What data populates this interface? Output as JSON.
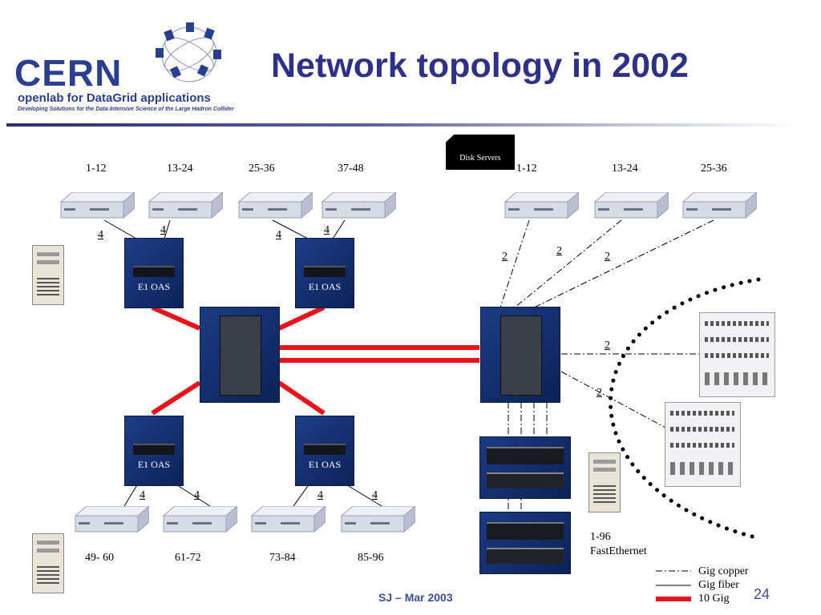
{
  "logo": {
    "name": "CERN",
    "subtitle": "openlab for DataGrid applications",
    "tagline": "Developing Solutions for the Data-Intensive Science of the Large Hadron Collider"
  },
  "title": "Network topology in 2002",
  "top_left_ranges": [
    "1-12",
    "13-24",
    "25-36",
    "37-48"
  ],
  "top_right_ranges": [
    "1-12",
    "13-24",
    "25-36"
  ],
  "bottom_ranges": [
    "49- 60",
    "61-72",
    "73-84",
    "85-96"
  ],
  "disk_servers_label": "Disk Servers",
  "oas_label": "E1 OAS",
  "link_labels": {
    "top_left": [
      "4",
      "4",
      "4",
      "4"
    ],
    "bottom": [
      "4",
      "4",
      "4",
      "4"
    ],
    "top_right": [
      "2",
      "2",
      "2"
    ],
    "right": [
      "2",
      "2"
    ]
  },
  "fast_ethernet": {
    "count": "1-96",
    "type": "FastEthernet"
  },
  "legend": {
    "copper": "Gig copper",
    "fiber": "Gig fiber",
    "ten_gig": "10 Gig"
  },
  "colors": {
    "title": "#2d3288",
    "ten_gig": "#e8141b",
    "device_blue": "#1f3d8a"
  },
  "footer": {
    "author_date": "SJ – Mar 2003",
    "page": "24"
  }
}
